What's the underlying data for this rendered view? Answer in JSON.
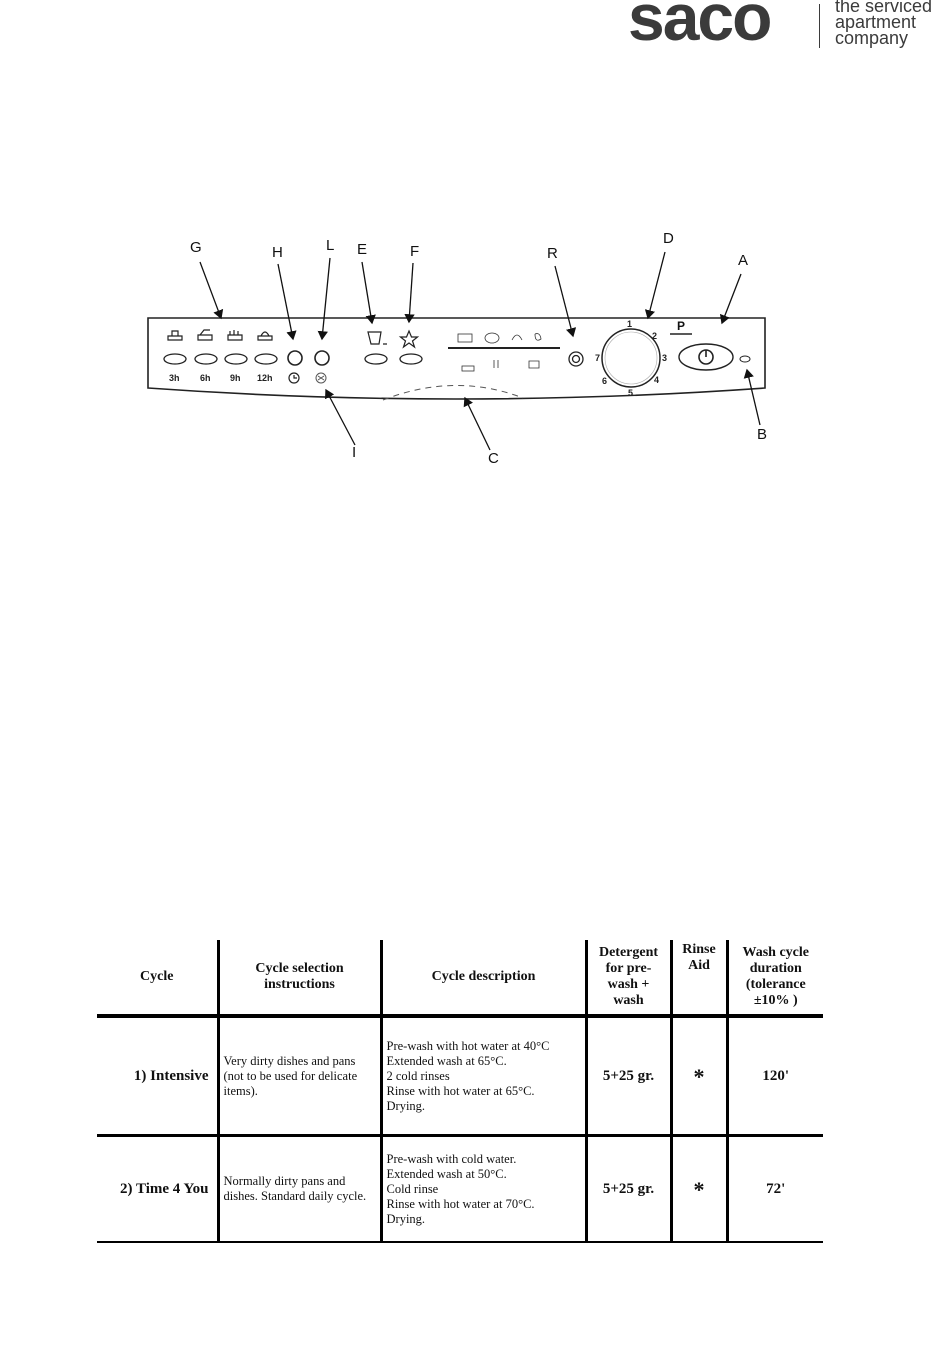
{
  "header": {
    "brand": "saco",
    "tagline_lines": [
      "the serviced",
      "apartment",
      "company"
    ]
  },
  "panel": {
    "callouts": {
      "G": "G",
      "H": "H",
      "L": "L",
      "E": "E",
      "F": "F",
      "R": "R",
      "D": "D",
      "A": "A",
      "B": "B",
      "C": "C",
      "I": "I"
    },
    "delay_labels": [
      "3h",
      "6h",
      "9h",
      "12h"
    ],
    "dial_numbers": [
      "1",
      "2",
      "3",
      "4",
      "5",
      "6",
      "7"
    ],
    "prog_label": "P"
  },
  "table": {
    "headers": {
      "cycle": "Cycle",
      "selection": "Cycle selection instructions",
      "description": "Cycle description",
      "detergent": "Detergent for pre-wash + wash",
      "rinse": "Rinse Aid",
      "duration": "Wash cycle duration (tolerance ±10% )"
    },
    "rows": [
      {
        "cycle": "1) Intensive",
        "selection": "Very dirty dishes and pans (not to be used for delicate items).",
        "description": "Pre-wash with hot water at 40°C\nExtended wash at 65°C.\n2 cold rinses\nRinse with hot water at 65°C.\nDrying.",
        "detergent": "5+25 gr.",
        "rinse": "*",
        "duration": "120'"
      },
      {
        "cycle": "2) Time 4 You",
        "selection": "Normally dirty pans and dishes. Standard daily cycle.",
        "description": "Pre-wash with cold water.\nExtended wash at 50°C.\nCold rinse\nRinse with hot water at 70°C.\nDrying.",
        "detergent": "5+25 gr.",
        "rinse": "*",
        "duration": "72'"
      }
    ]
  }
}
